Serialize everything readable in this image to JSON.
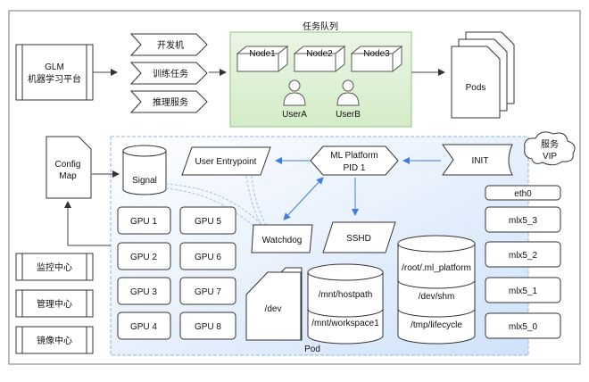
{
  "platform": {
    "line1": "GLM",
    "line2": "机器学习平台"
  },
  "services": [
    "开发机",
    "训练任务",
    "推理服务"
  ],
  "queue": {
    "title": "任务队列",
    "nodes": [
      "Node1",
      "Node2",
      "Node3"
    ],
    "users": [
      "UserA",
      "UserB"
    ]
  },
  "pods_label": "Pods",
  "config_map": {
    "line1": "Config",
    "line2": "Map"
  },
  "pod_label": "Pod",
  "signal": "Signal",
  "gpus": [
    "GPU 1",
    "GPU 5",
    "GPU 2",
    "GPU 6",
    "GPU 3",
    "GPU 7",
    "GPU 4",
    "GPU 8"
  ],
  "user_entrypoint": "User Entrypoint",
  "ml_platform": {
    "line1": "ML Platform",
    "line2": "PID 1"
  },
  "init": "INIT",
  "vip": {
    "line1": "服务",
    "line2": "VIP"
  },
  "watchdog": "Watchdog",
  "sshd": "SSHD",
  "dev": "/dev",
  "mnt": [
    "/mnt/hostpath",
    "/mnt/workspace1"
  ],
  "root_mounts": [
    "/root/.ml_platform",
    "/dev/shm",
    "/tmp/lifecycle"
  ],
  "nics": [
    "eth0",
    "mlx5_3",
    "mlx5_2",
    "mlx5_1",
    "mlx5_0"
  ],
  "centers": [
    "监控中心",
    "管理中心",
    "镜像中心"
  ]
}
